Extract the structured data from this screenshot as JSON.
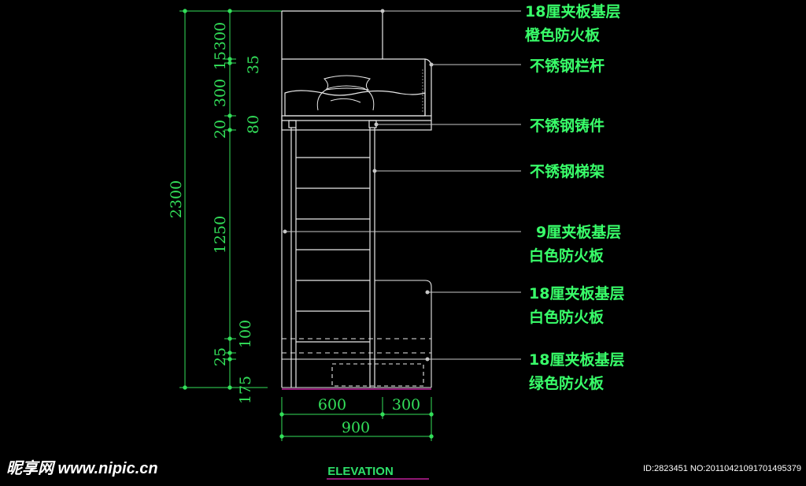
{
  "drawing": {
    "title": "ELEVATION",
    "colors": {
      "background": "#000000",
      "dimension": "#33e05a",
      "outline": "#e8e8e8",
      "leader": "#c8c8c8",
      "label": "#39ff6a",
      "floor": "#c0209a"
    },
    "vertical_dimensions": {
      "total": "2300",
      "segments": [
        "300",
        "15",
        "35",
        "300",
        "20",
        "80",
        "1250",
        "100",
        "25",
        "175"
      ]
    },
    "horizontal_dimensions": {
      "left": "600",
      "right": "300",
      "total": "900"
    },
    "labels": [
      {
        "line1": "18厘夹板基层",
        "line2": "橙色防火板"
      },
      {
        "line1": "不锈钢栏杆",
        "line2": ""
      },
      {
        "line1": "不锈钢铸件",
        "line2": ""
      },
      {
        "line1": "不锈钢梯架",
        "line2": ""
      },
      {
        "line1": "9厘夹板基层",
        "line2": "白色防火板"
      },
      {
        "line1": "18厘夹板基层",
        "line2": "白色防火板"
      },
      {
        "line1": "18厘夹板基层",
        "line2": "绿色防火板"
      }
    ]
  },
  "watermark": {
    "site": "昵享网 www.nipic.cn",
    "id_text": "ID:2823451 NO:20110421091701495379"
  }
}
